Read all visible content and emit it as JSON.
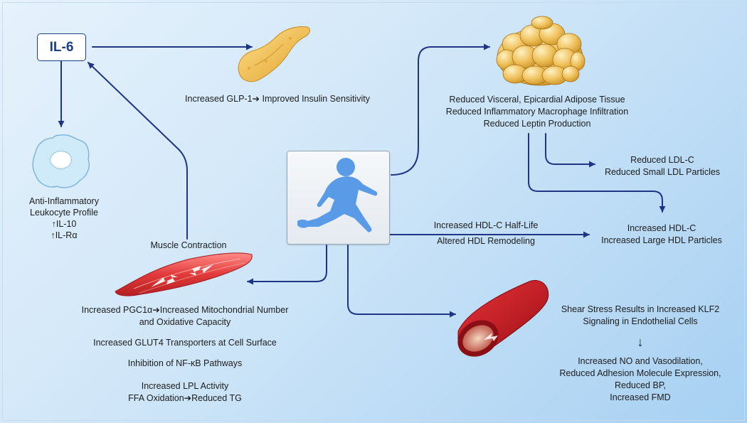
{
  "il6": {
    "label": "IL-6"
  },
  "pancreas": {
    "caption": "Increased GLP-1➔ Improved Insulin Sensitivity"
  },
  "leukocyte": {
    "lines": [
      "Anti-Inflammatory",
      "Leukocyte Profile",
      "↑IL-10",
      "↑IL-Rα"
    ]
  },
  "muscle": {
    "title": "Muscle Contraction",
    "effect_1": [
      "Increased PGC1α➔Increased Mitochondrial Number",
      "and Oxidative Capacity"
    ],
    "effect_2": "Increased GLUT4 Transporters at Cell Surface",
    "effect_3": "Inhibition of NF-κB Pathways",
    "effect_4": [
      "Increased LPL Activity",
      "FFA Oxidation➔Reduced TG"
    ]
  },
  "adipose": {
    "lines": [
      "Reduced Visceral, Epicardial Adipose Tissue",
      "Reduced Inflammatory Macrophage Infiltration",
      "Reduced Leptin Production"
    ]
  },
  "ldl": {
    "lines": [
      "Reduced LDL-C",
      "Reduced Small LDL Particles"
    ]
  },
  "hdl_path": {
    "above": "Increased HDL-C Half-Life",
    "below": "Altered HDL Remodeling"
  },
  "hdl": {
    "lines": [
      "Increased HDL-C",
      "Increased Large HDL Particles"
    ]
  },
  "vessel": {
    "cause": [
      "Shear Stress Results in Increased KLF2",
      "Signaling in Endothelial Cells"
    ],
    "arrow": "↓",
    "effects": [
      "Increased NO and Vasodilation,",
      "Reduced Adhesion Molecule Expression,",
      "Reduced BP,",
      "Increased FMD"
    ]
  },
  "colors": {
    "arrow": "#1f3584",
    "il6_border": "#1f3f85",
    "runner": "#5a9be8",
    "muscle": "#e23a3a",
    "fat": "#e8b43a",
    "vessel": "#c4161c",
    "cell": "#cfeaf8"
  },
  "icons": [
    "pancreas-illustration",
    "leukocyte-illustration",
    "adipocyte-cluster-illustration",
    "running-person-icon",
    "muscle-fiber-illustration",
    "artery-illustration"
  ]
}
